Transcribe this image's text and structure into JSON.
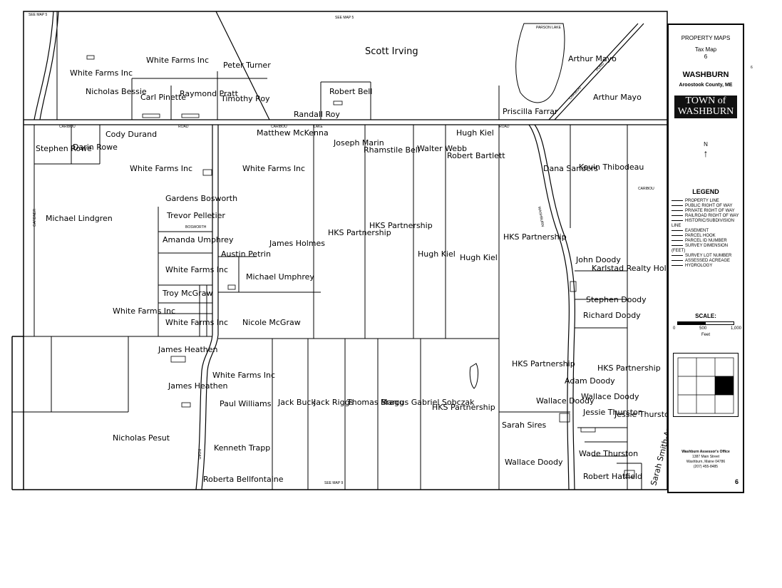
{
  "panel": {
    "header": "PROPERTY MAPS",
    "map_title": "Tax Map",
    "map_number": "6",
    "town": "WASHBURN",
    "county": "Aroostook County, ME",
    "logo_line1": "TOWN of",
    "logo_line2": "WASHBURN",
    "north": "N",
    "legend_title": "LEGEND",
    "legend_items": [
      "PROPERTY LINE",
      "PUBLIC RIGHT OF WAY",
      "PRIVATE RIGHT OF WAY",
      "RAILROAD RIGHT OF WAY",
      "HISTORIC/SUBDIVISION LINE",
      "EASEMENT",
      "PARCEL HOOK",
      "PARCEL ID NUMBER",
      "SURVEY DIMENSION (FEET)",
      "SURVEY LOT NUMBER",
      "ASSESSED ACREAGE",
      "HYDROLOGY"
    ],
    "scale_label": "SCALE:",
    "scale_ticks": [
      "0",
      "500",
      "1,000"
    ],
    "scale_unit": "Feet",
    "office_name": "Washburn Assessor's Office",
    "office_street": "1387 Main Street",
    "office_city": "Washburn, Maine 04786",
    "office_phone": "(207) 455-8485",
    "page_number": "6"
  },
  "owners": [
    "Scott Irving",
    "White Farms Inc",
    "White Farms Inc",
    "Nicholas Bessie",
    "Carl Pinette",
    "Raymond Pratt",
    "Peter Turner",
    "Timothy Roy",
    "Robert Bell",
    "Randall Roy",
    "Arthur Mayo",
    "Arthur Mayo",
    "Priscilla Farrar",
    "Cody Durand",
    "Stephen Rowe",
    "Darin Rowe",
    "Matthew McKenna",
    "Joseph Marin",
    "Rhamstile Bell",
    "Walter Webb",
    "Robert Bartlett",
    "Hugh Kiel",
    "Dana Sanders",
    "Kevin Thibodeau",
    "White Farms Inc",
    "White Farms Inc",
    "Gardens Bosworth",
    "Trevor Pelletier",
    "Michael Lindgren",
    "Amanda Umphrey",
    "James Holmes",
    "HKS Partnership",
    "HKS Partnership",
    "Hugh Kiel",
    "Hugh Kiel",
    "HKS Partnership",
    "John Doody",
    "Karlstad Realty Holdings",
    "Austin Petrin",
    "Michael Umphrey",
    "White Farms Inc",
    "Troy McGraw",
    "Stephen Doody",
    "Richard Doody",
    "White Farms Inc",
    "White Farms Inc",
    "Nicole McGraw",
    "James Heathen",
    "White Farms Inc",
    "HKS Partnership",
    "HKS Partnership",
    "James Heathen",
    "Jack Buck",
    "Jack Riggs",
    "Thomas Bragg",
    "Marcus Gabriel Sobczak",
    "HKS Partnership",
    "Adam Doody",
    "Wallace Doody",
    "Wallace Doody",
    "Paul Williams",
    "Sarah Sires",
    "Jessie Thurston",
    "Jessie Thurston",
    "Nicholas Pesut",
    "Kenneth Trapp",
    "Wade Thurston",
    "Wallace Doody",
    "Robert Hatfield",
    "Sarah Smith-Anderson",
    "Roberta Bellfontaine"
  ],
  "road_labels": [
    "CARIBOU",
    "ROAD",
    "CARIBOU",
    "LAKE",
    "ROAD",
    "CARIBOU",
    "ROAD",
    "GARDNER",
    "BOSWORTH",
    "CARIBOU",
    "POND",
    "PARSON LAKE",
    "WASHBURN",
    "SEE MAP 5",
    "SEE MAP 5",
    "SEE MAP 9"
  ]
}
